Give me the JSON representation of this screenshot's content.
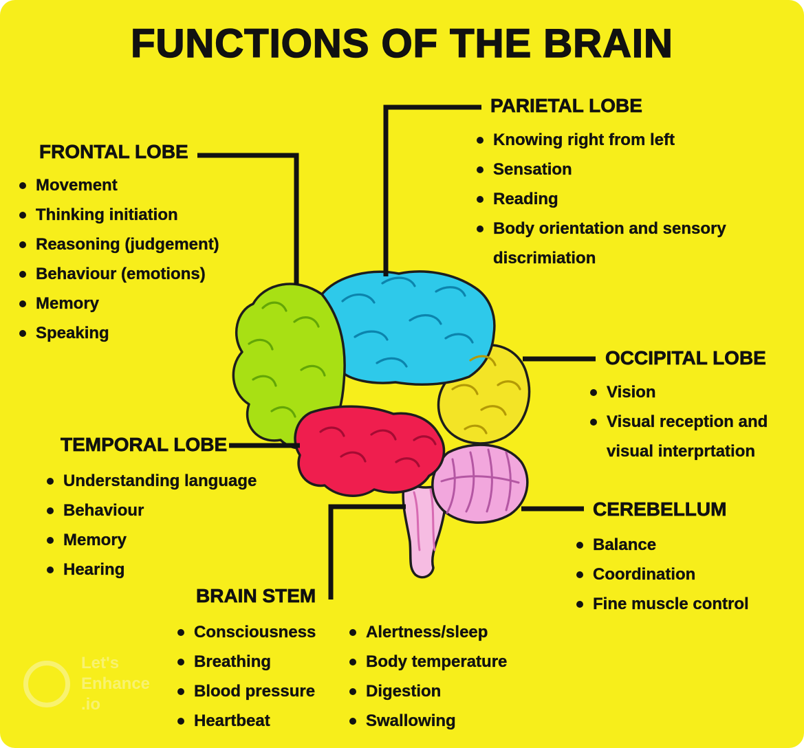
{
  "title": "FUNCTIONS OF THE BRAIN",
  "colors": {
    "background": "#f7ee1b",
    "frontal": "#a8e014",
    "parietal": "#2ec9ea",
    "occipital": "#f3e426",
    "temporal": "#ef1e4e",
    "cerebellum": "#f2a7dd",
    "brain_stem": "#f6bce2",
    "connector": "#121212",
    "text": "#111111"
  },
  "sections": {
    "frontal": {
      "heading": "FRONTAL LOBE",
      "items": [
        "Movement",
        "Thinking initiation",
        "Reasoning (judgement)",
        "Behaviour (emotions)",
        "Memory",
        "Speaking"
      ]
    },
    "parietal": {
      "heading": "PARIETAL LOBE",
      "items": [
        "Knowing right from left",
        "Sensation",
        "Reading",
        "Body orientation and sensory\ndiscrimiation"
      ]
    },
    "occipital": {
      "heading": "OCCIPITAL LOBE",
      "items": [
        "Vision",
        "Visual reception and\nvisual interprtation"
      ]
    },
    "temporal": {
      "heading": "TEMPORAL LOBE",
      "items": [
        "Understanding language",
        "Behaviour",
        "Memory",
        "Hearing"
      ]
    },
    "cerebellum": {
      "heading": "CEREBELLUM",
      "items": [
        "Balance",
        "Coordination",
        "Fine muscle control"
      ]
    },
    "brain_stem": {
      "heading": "BRAIN STEM",
      "items_col1": [
        "Consciousness",
        "Breathing",
        "Blood pressure",
        "Heartbeat"
      ],
      "items_col2": [
        "Alertness/sleep",
        "Body temperature",
        "Digestion",
        "Swallowing"
      ]
    }
  },
  "watermark": {
    "line1": "Let's",
    "line2": "Enhance",
    "line3": ".io"
  }
}
